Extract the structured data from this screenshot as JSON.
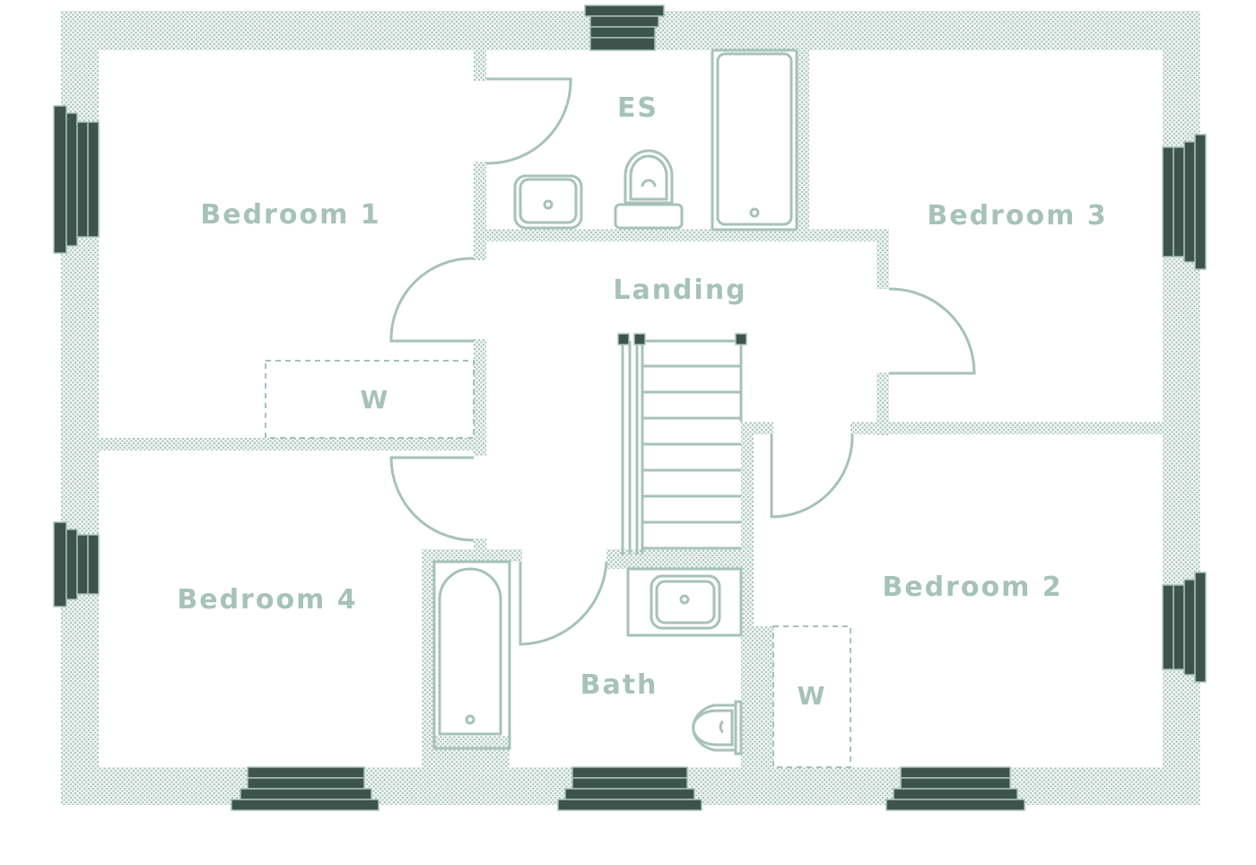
{
  "plan": {
    "colors": {
      "wall_texture": "#a6c2b9",
      "label": "#a6c2b9",
      "window": "#3d534b",
      "background": "#ffffff"
    },
    "rooms": {
      "bedroom1": "Bedroom 1",
      "bedroom2": "Bedroom 2",
      "bedroom3": "Bedroom 3",
      "bedroom4": "Bedroom 4",
      "ensuite": "ES",
      "landing": "Landing",
      "bath": "Bath",
      "wardrobe1": "W",
      "wardrobe2": "W"
    }
  }
}
